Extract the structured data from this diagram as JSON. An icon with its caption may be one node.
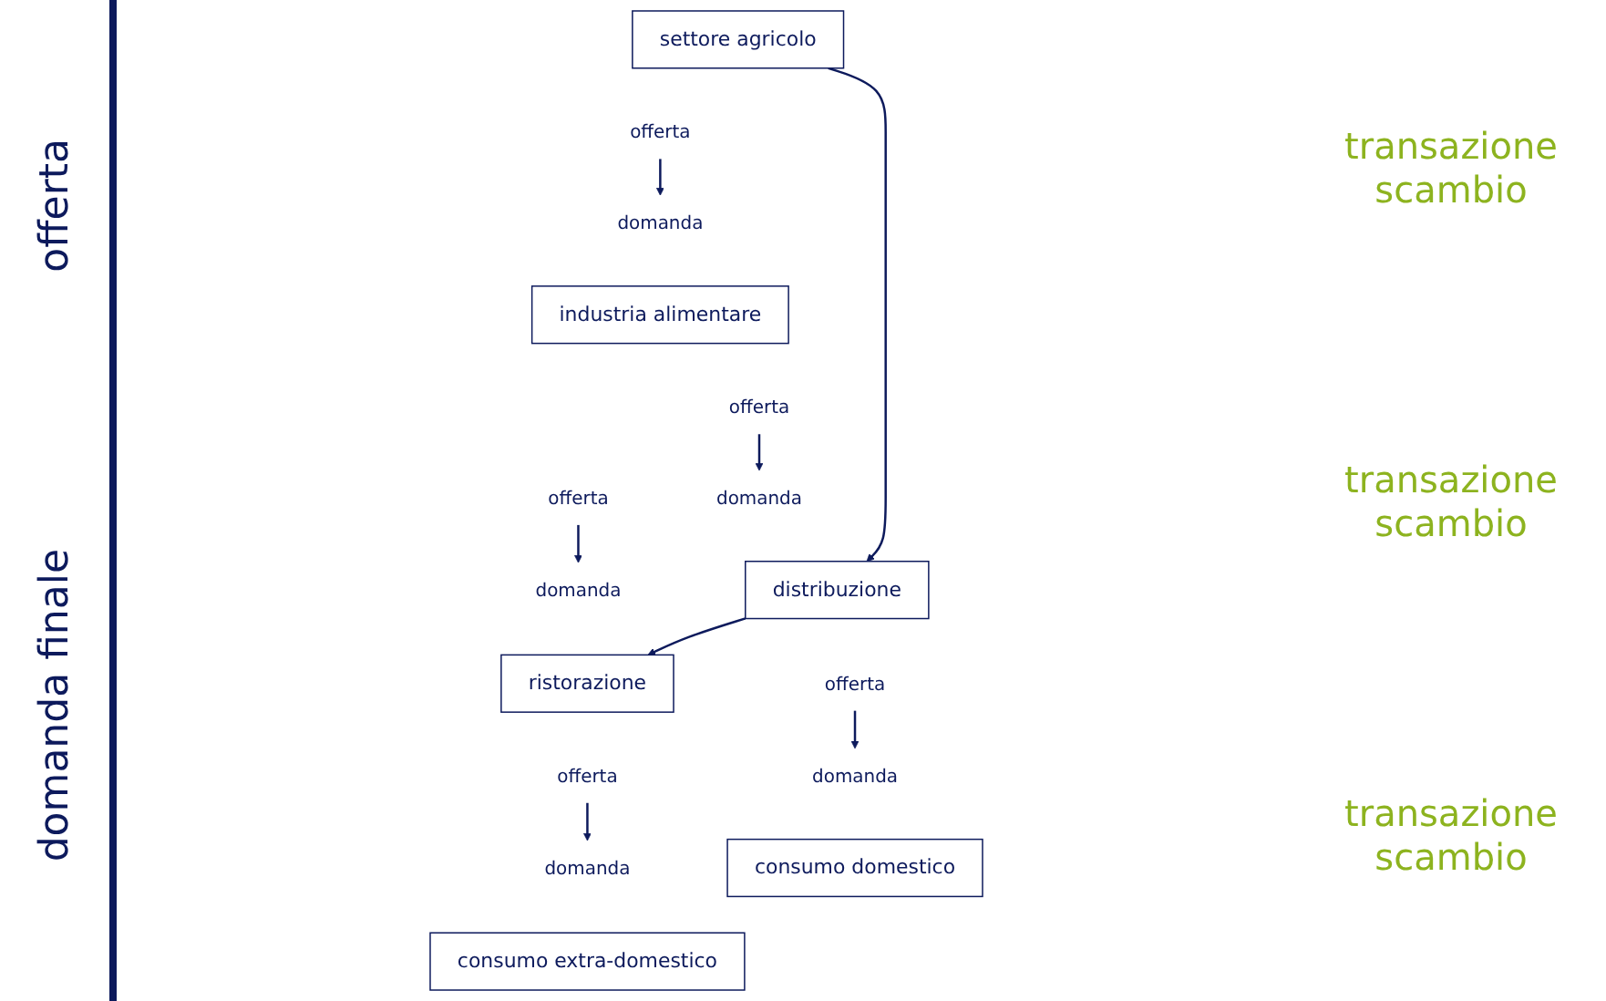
{
  "diagram": {
    "nodes": [
      {
        "text": [
          "settore agricolo"
        ]
      },
      {
        "text": [
          "offerta"
        ]
      },
      {
        "text": [
          "domanda"
        ]
      },
      {
        "text": [
          "industria alimentare"
        ]
      },
      {
        "text": [
          "offerta"
        ]
      },
      {
        "text": [
          "offerta"
        ]
      },
      {
        "text": [
          "domanda"
        ]
      },
      {
        "text": [
          "domanda"
        ]
      },
      {
        "text": [
          "distribuzione"
        ]
      },
      {
        "text": [
          "ristorazione"
        ]
      },
      {
        "text": [
          "offerta"
        ]
      },
      {
        "text": [
          "offerta"
        ]
      },
      {
        "text": [
          "domanda"
        ]
      },
      {
        "text": [
          "domanda"
        ]
      },
      {
        "text": [
          "consumo domestico"
        ]
      },
      {
        "text": [
          "consumo extra-domestico"
        ]
      }
    ],
    "edges": [
      {
        "from": 1,
        "to": 2,
        "arrow": "to"
      },
      {
        "from": 0,
        "to": 8,
        "arrow": "to"
      },
      {
        "from": 4,
        "to": 6,
        "arrow": "to"
      },
      {
        "from": 5,
        "to": 7,
        "arrow": "to"
      },
      {
        "from": 8,
        "to": 9,
        "arrow": "to"
      },
      {
        "from": 10,
        "to": 12,
        "arrow": "to"
      },
      {
        "from": 11,
        "to": 13,
        "arrow": "to"
      }
    ],
    "labels": [
      "offerta",
      "transazione scambio",
      "transazione scambio",
      "domanda finale",
      "transazione scambio"
    ]
  }
}
